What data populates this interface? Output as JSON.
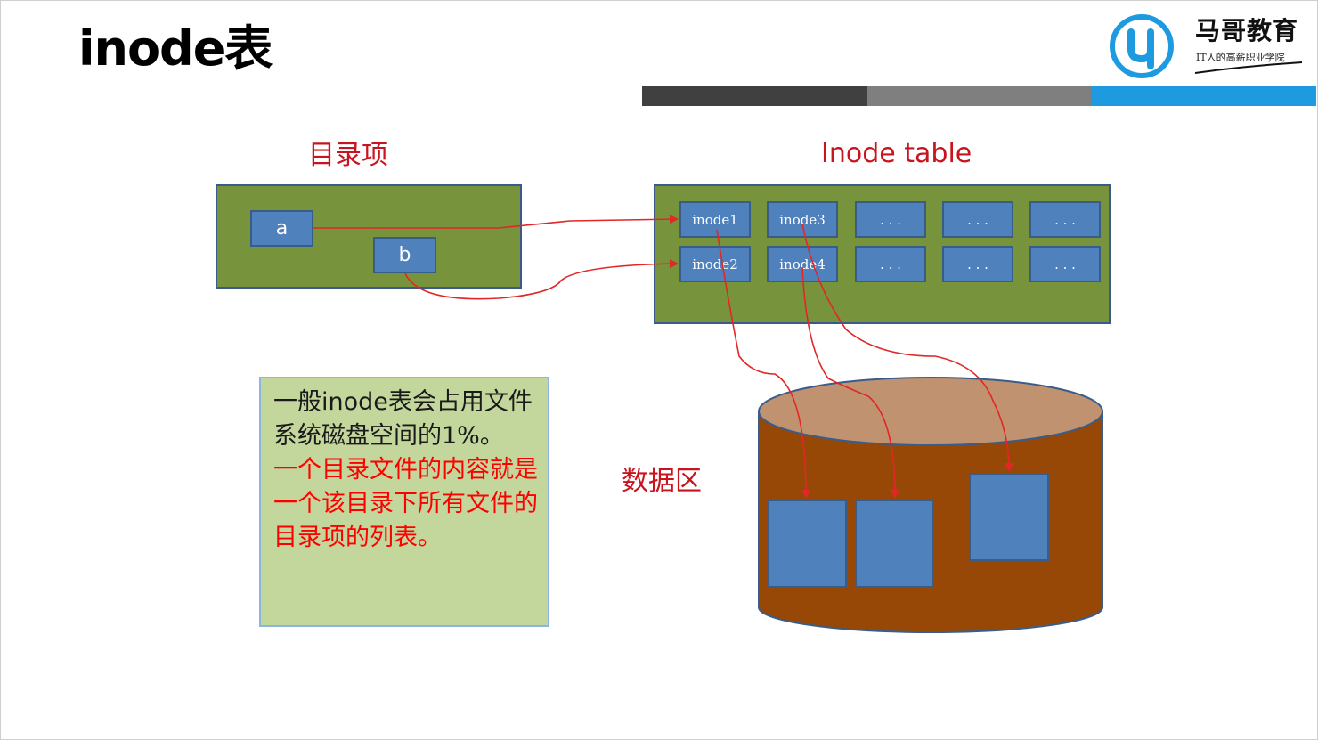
{
  "slide": {
    "title": "inode表",
    "brand": {
      "name": "马哥教育",
      "tagline": "IT人的高薪职业学院"
    },
    "accent_colors": [
      "#404040",
      "#7f7f7f",
      "#1e9be0"
    ]
  },
  "diagram": {
    "dir_label": "目录项",
    "dir_entries": [
      "a",
      "b"
    ],
    "inode_label": "Inode table",
    "inode_row1": [
      "inode1",
      "inode3",
      ". . .",
      ". . .",
      ". . ."
    ],
    "inode_row2": [
      "inode2",
      "inode4",
      ". . .",
      ". . .",
      ". . ."
    ],
    "data_label": "数据区",
    "colors": {
      "green": "#77933c",
      "blue": "#4f81bd",
      "drum_top": "#c0926f",
      "drum_body": "#974806",
      "arrow": "#e32626"
    }
  },
  "note": {
    "black_text": "一般inode表会占用文件系统磁盘空间的1%。",
    "red_text": "一个目录文件的内容就是一个该目录下所有文件的目录项的列表。"
  }
}
